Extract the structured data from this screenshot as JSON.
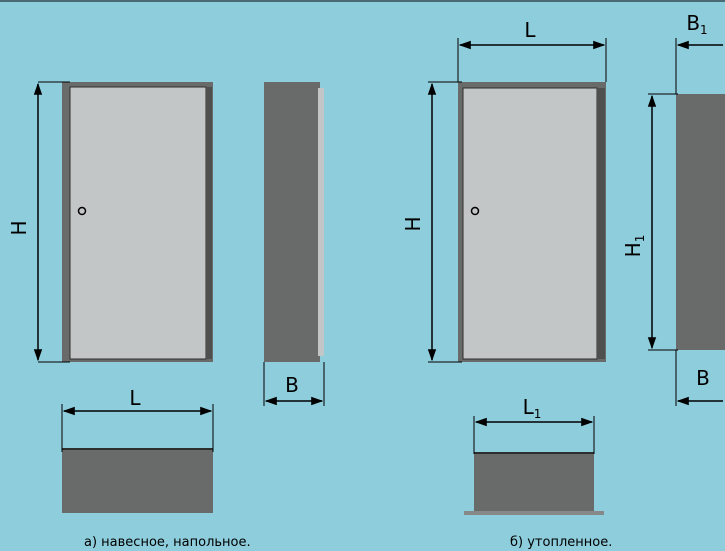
{
  "colors": {
    "background": "#8ecddc",
    "door_face": "#c3c6c6",
    "cabinet_body": "#696a6a",
    "body_light": "#878989",
    "dark_edge": "#2d2e2e",
    "dimension_line": "#000000"
  },
  "variant_a": {
    "front_view": {
      "height_label": "H"
    },
    "side_view": {
      "depth_label": "B"
    },
    "top_view": {
      "width_label": "L"
    },
    "caption": "а) навесное, напольное."
  },
  "variant_b": {
    "front_view": {
      "height_label": "H",
      "width_label": "L"
    },
    "side_view": {
      "height_label": "H",
      "height_label_sub": "1",
      "depth_label": "B",
      "depth_total_label": "B",
      "depth_total_label_sub": "1"
    },
    "top_view": {
      "width_label": "L",
      "width_label_sub": "1"
    },
    "caption": "б) утопленное."
  }
}
